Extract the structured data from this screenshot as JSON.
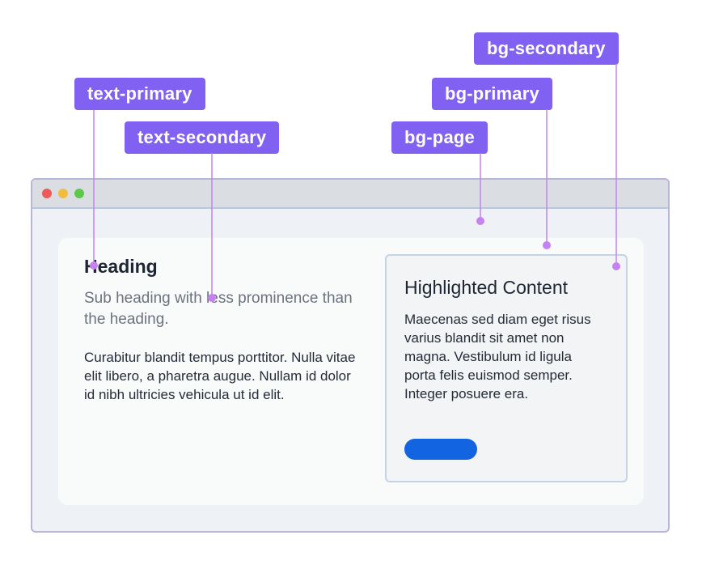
{
  "labels": {
    "text_primary": "text-primary",
    "text_secondary": "text-secondary",
    "bg_page": "bg-page",
    "bg_primary": "bg-primary",
    "bg_secondary": "bg-secondary"
  },
  "colors": {
    "annotation": "#8061f2",
    "leader_line": "#c483f0",
    "button": "#1264e0",
    "window_dots": [
      "#ec5b57",
      "#f2bd3f",
      "#5dc84a"
    ]
  },
  "card": {
    "heading": "Heading",
    "subheading": "Sub heading with less prominence than the heading.",
    "body": "Curabitur blandit tempus porttitor. Nulla vitae elit libero, a pharetra augue. Nullam id dolor id nibh ultricies vehicula ut id elit."
  },
  "highlight": {
    "title": "Highlighted Content",
    "body": "Maecenas sed diam eget risus varius blandit sit amet non magna. Vestibulum id ligula porta felis euismod semper. Integer posuere era."
  }
}
